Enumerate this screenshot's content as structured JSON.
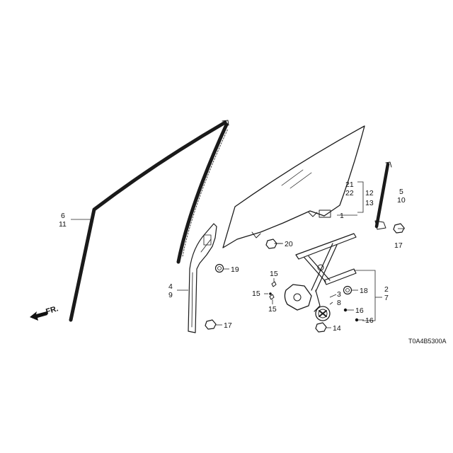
{
  "diagram": {
    "drawing_code": "T0A4B5300A",
    "direction_label": "FR.",
    "callouts": {
      "c1": "1",
      "c2": "2",
      "c3": "3",
      "c4": "4",
      "c5": "5",
      "c6": "6",
      "c7": "7",
      "c8": "8",
      "c9": "9",
      "c10": "10",
      "c11": "11",
      "c12": "12",
      "c13": "13",
      "c14": "14",
      "c15a": "15",
      "c15b": "15",
      "c15c": "15",
      "c16a": "16",
      "c16b": "16",
      "c17a": "17",
      "c17b": "17",
      "c18": "18",
      "c19": "19",
      "c20": "20",
      "c21": "21",
      "c22": "22"
    }
  }
}
